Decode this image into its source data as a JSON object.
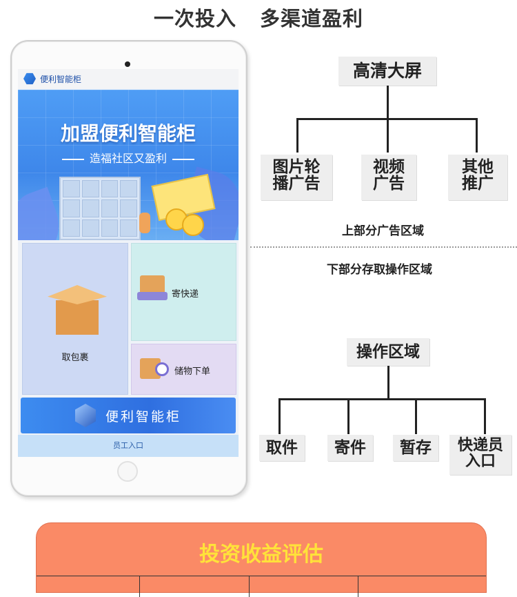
{
  "headline": {
    "part1": "一次投入",
    "part2": "多渠道盈利"
  },
  "tablet": {
    "app_title": "便利智能柜",
    "banner_title": "加盟便利智能柜",
    "banner_subtitle": "造福社区又盈利",
    "pickup_label": "取包裹",
    "send_label": "寄快递",
    "store_label": "储物下单",
    "brand_label": "便利智能柜",
    "staff_label": "员工入口"
  },
  "top_diagram": {
    "root": "高清大屏",
    "children": [
      "图片轮\n播广告",
      "视频\n广告",
      "其他\n推广"
    ],
    "caption": "上部分广告区域"
  },
  "bottom_caption": "下部分存取操作区域",
  "bottom_diagram": {
    "root": "操作区域",
    "children": [
      "取件",
      "寄件",
      "暂存",
      "快递员\n入口"
    ]
  },
  "invest": {
    "title": "投资收益评估"
  },
  "colors": {
    "accent_blue": "#3d8cf0",
    "invest_bg": "#fa8a66",
    "invest_title": "#ffe23a"
  }
}
